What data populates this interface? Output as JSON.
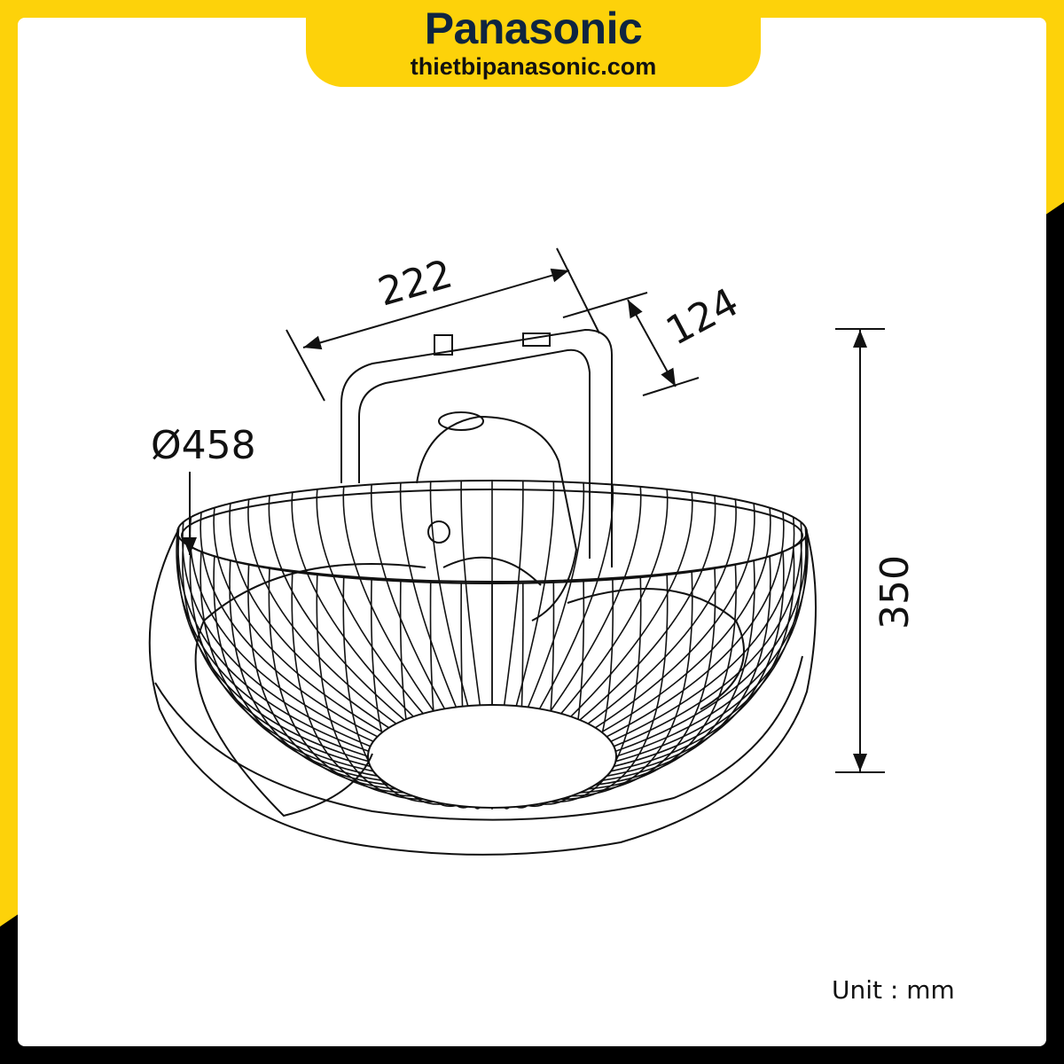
{
  "header": {
    "brand": "Panasonic",
    "website": "thietbipanasonic.com"
  },
  "dimensions": {
    "width_depth": "222",
    "bracket_depth": "124",
    "diameter": "Ø458",
    "height": "350"
  },
  "unit_label": "Unit : mm",
  "colors": {
    "brand_yellow": "#fdd20a",
    "brand_navy": "#0f2540",
    "frame_black": "#000000",
    "line": "#111111"
  }
}
